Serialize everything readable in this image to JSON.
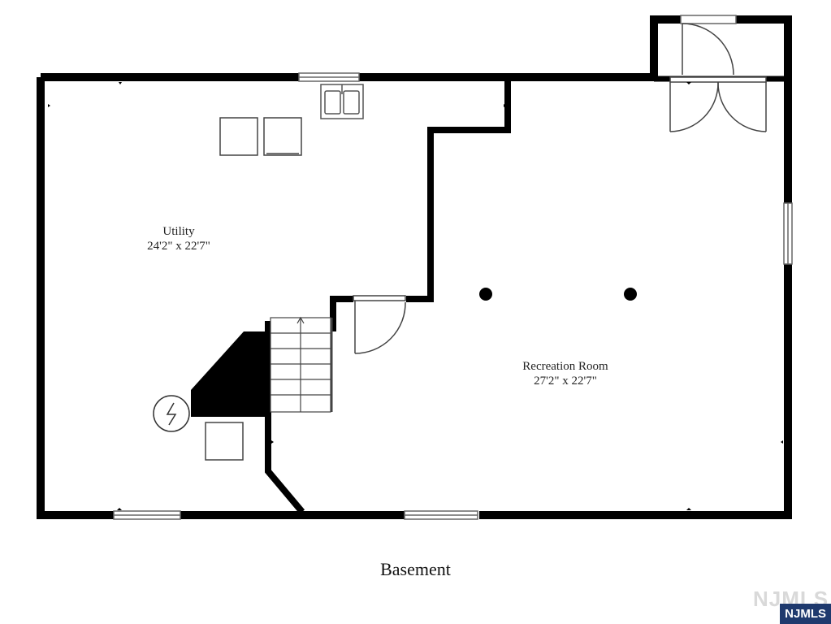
{
  "floor": {
    "title": "Basement"
  },
  "rooms": [
    {
      "name": "Utility",
      "dimensions": "24'2\" x 22'7\""
    },
    {
      "name": "Recreation Room",
      "dimensions": "27'2\" x 22'7\""
    }
  ],
  "watermark": {
    "ghost_text": "NJMLS",
    "badge_text": "NJMLS"
  },
  "colors": {
    "wall": "#000000",
    "background": "#ffffff",
    "badge": "#1f3a6e"
  }
}
